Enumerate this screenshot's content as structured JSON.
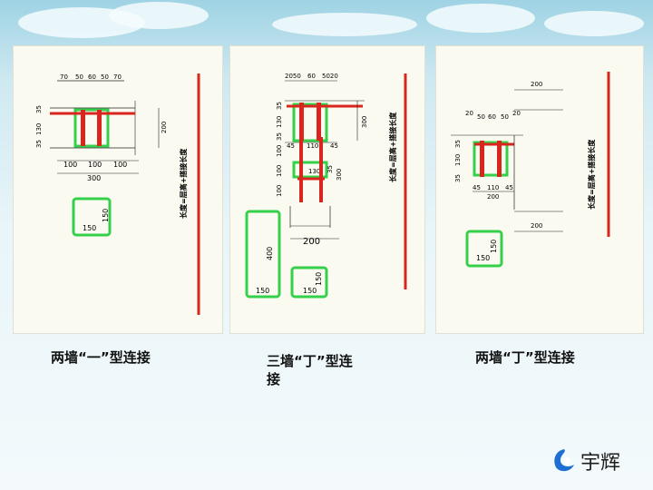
{
  "captions": {
    "panel1": "两墙“一”型连接",
    "panel2_line1": "三墙“丁”型连",
    "panel2_line2": "接",
    "panel3": "两墙“丁”型连接"
  },
  "note": "长度=层高+搭接长度",
  "panel1": {
    "top_dims": [
      "70",
      "50",
      "60",
      "50",
      "70"
    ],
    "left_dims": [
      "35",
      "130",
      "35"
    ],
    "right_dim": "200",
    "bottom_dims": [
      "100",
      "100",
      "100"
    ],
    "total_dim": "300",
    "small_box": [
      "150",
      "150"
    ]
  },
  "panel2": {
    "top_dims": [
      "2050",
      "60",
      "5020"
    ],
    "left_dims": [
      "35",
      "130",
      "35",
      "100",
      "100",
      "100"
    ],
    "inner_dims": [
      "45",
      "110",
      "45",
      "130"
    ],
    "right_dims": [
      "35",
      "300",
      "300"
    ],
    "bottom_dim": "200",
    "tall_box": [
      "400",
      "150"
    ],
    "small_box": [
      "150",
      "150"
    ]
  },
  "panel3": {
    "top_dim": "200",
    "top_small": [
      "20",
      "50",
      "60",
      "50",
      "20"
    ],
    "left_dims": [
      "35",
      "130",
      "35"
    ],
    "bottom_dims": [
      "45",
      "110",
      "45"
    ],
    "inner_total": "200",
    "lower_dim": "200",
    "small_box": [
      "150",
      "150"
    ]
  },
  "logo": {
    "text": "宇辉"
  },
  "colors": {
    "rebar": "#d9251d",
    "stirrup": "#35d04a",
    "line": "#2a2a2a"
  }
}
